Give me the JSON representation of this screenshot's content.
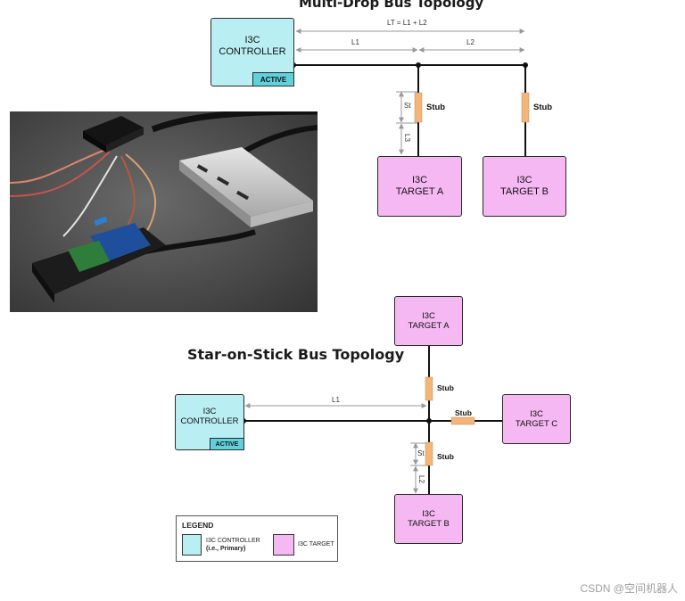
{
  "top": {
    "title": "Multi-Drop Bus Topology",
    "controller": {
      "line1": "I3C",
      "line2": "CONTROLLER",
      "badge": "ACTIVE"
    },
    "targets": [
      {
        "line1": "I3C",
        "line2": "TARGET A"
      },
      {
        "line1": "I3C",
        "line2": "TARGET B"
      }
    ],
    "dims": {
      "lt": "LT = L1 + L2",
      "l1": "L1",
      "l2": "L2",
      "st": "St",
      "l3": "L3"
    },
    "stub_label": "Stub"
  },
  "star": {
    "title": "Star-on-Stick  Bus Topology",
    "controller": {
      "line1": "I3C",
      "line2": "CONTROLLER",
      "badge": "ACTIVE"
    },
    "targets": [
      {
        "line1": "I3C",
        "line2": "TARGET A"
      },
      {
        "line1": "I3C",
        "line2": "TARGET B"
      },
      {
        "line1": "I3C",
        "line2": "TARGET C"
      }
    ],
    "dims": {
      "l1": "L1",
      "st": "St",
      "l2": "L2"
    },
    "stub_label": "Stub"
  },
  "legend": {
    "title": "LEGEND",
    "controller_line1": "I3C CONTROLLER",
    "controller_line2": "(i.e., Primary)",
    "target": "I3C TARGET"
  },
  "watermark": "CSDN @空间机器人",
  "colors": {
    "controller_fill": "#b9eef2",
    "target_fill": "#f5b8f2",
    "badge_fill": "#5fd1dc",
    "stub_fill": "#f2b57a"
  }
}
